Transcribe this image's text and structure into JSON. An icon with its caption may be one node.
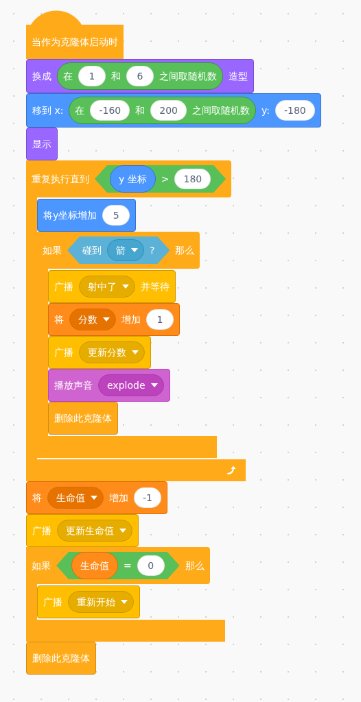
{
  "diagram": {
    "nodes": [
      {
        "text": [
          "当作为克隆体启动时"
        ]
      },
      {
        "text": [
          "换成",
          "造型"
        ]
      },
      {
        "text": [
          "在",
          "和",
          "之间取随机数"
        ],
        "in": 1
      },
      {
        "text": [
          "1"
        ],
        "in": 2
      },
      {
        "text": [
          "6"
        ],
        "in": 2
      },
      {
        "text": [
          "移到 x:",
          "y:"
        ]
      },
      {
        "text": [
          "在",
          "和",
          "之间取随机数"
        ],
        "in": 5
      },
      {
        "text": [
          "-160"
        ],
        "in": 6
      },
      {
        "text": [
          "200"
        ],
        "in": 6
      },
      {
        "text": [
          "-180"
        ],
        "in": 5
      },
      {
        "text": [
          "显示"
        ]
      },
      {
        "text": [
          "重复执行直到"
        ]
      },
      {
        "text": [
          ">"
        ],
        "in": 11
      },
      {
        "text": [
          "y 坐标"
        ],
        "in": 12
      },
      {
        "text": [
          "180"
        ],
        "in": 12
      },
      {
        "text": [
          "将y坐标增加"
        ],
        "in": 11
      },
      {
        "text": [
          "5"
        ],
        "in": 15
      },
      {
        "text": [
          "如果",
          "那么"
        ],
        "in": 11
      },
      {
        "text": [
          "碰到",
          "?"
        ],
        "in": 17
      },
      {
        "text": [
          "箭"
        ],
        "in": 18
      },
      {
        "text": [
          "广播",
          "并等待"
        ],
        "in": 17
      },
      {
        "text": [
          "射中了"
        ],
        "in": 20
      },
      {
        "text": [
          "将",
          "增加"
        ],
        "in": 17
      },
      {
        "text": [
          "分数"
        ],
        "in": 22
      },
      {
        "text": [
          "1"
        ],
        "in": 22
      },
      {
        "text": [
          "广播"
        ],
        "in": 17
      },
      {
        "text": [
          "更新分数"
        ],
        "in": 25
      },
      {
        "text": [
          "播放声音"
        ],
        "in": 17
      },
      {
        "text": [
          "explode"
        ],
        "in": 27
      },
      {
        "text": [
          "删除此克隆体"
        ],
        "in": 17
      },
      {
        "text": [
          "将",
          "增加"
        ]
      },
      {
        "text": [
          "生命值"
        ],
        "in": 30
      },
      {
        "text": [
          "-1"
        ],
        "in": 30
      },
      {
        "text": [
          "广播"
        ]
      },
      {
        "text": [
          "更新生命值"
        ],
        "in": 33
      },
      {
        "text": [
          "如果",
          "那么"
        ]
      },
      {
        "text": [
          "="
        ],
        "in": 35
      },
      {
        "text": [
          "生命值"
        ],
        "in": 36
      },
      {
        "text": [
          "0"
        ],
        "in": 36
      },
      {
        "text": [
          "广播"
        ],
        "in": 35
      },
      {
        "text": [
          "重新开始"
        ],
        "in": 39
      },
      {
        "text": [
          "删除此克隆体"
        ]
      }
    ]
  }
}
